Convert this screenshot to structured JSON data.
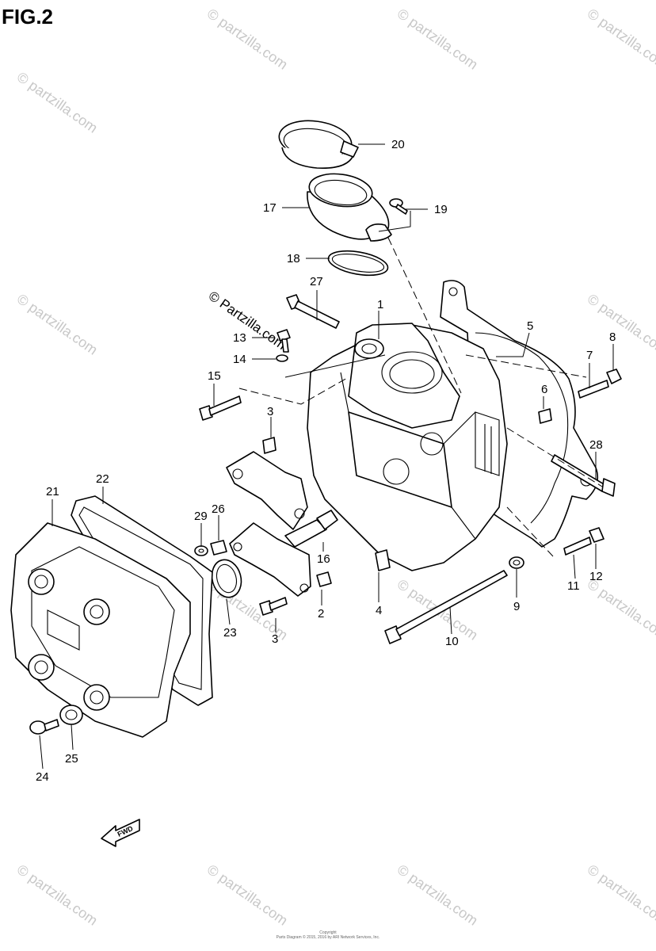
{
  "figure": {
    "title": "FIG.2"
  },
  "watermark": {
    "text": "© partzilla.com",
    "vertical_text": "© Partzilla.com"
  },
  "callouts": [
    "1",
    "2",
    "3",
    "3",
    "4",
    "5",
    "6",
    "7",
    "8",
    "9",
    "10",
    "11",
    "12",
    "13",
    "14",
    "15",
    "16",
    "17",
    "18",
    "19",
    "20",
    "21",
    "22",
    "23",
    "24",
    "25",
    "26",
    "27",
    "28",
    "29"
  ],
  "fwd_label": "FWD",
  "copyright": {
    "line1": "Copyright",
    "line2": "Parts Diagram © 2015, 2016 by ARI Network Services, Inc."
  }
}
